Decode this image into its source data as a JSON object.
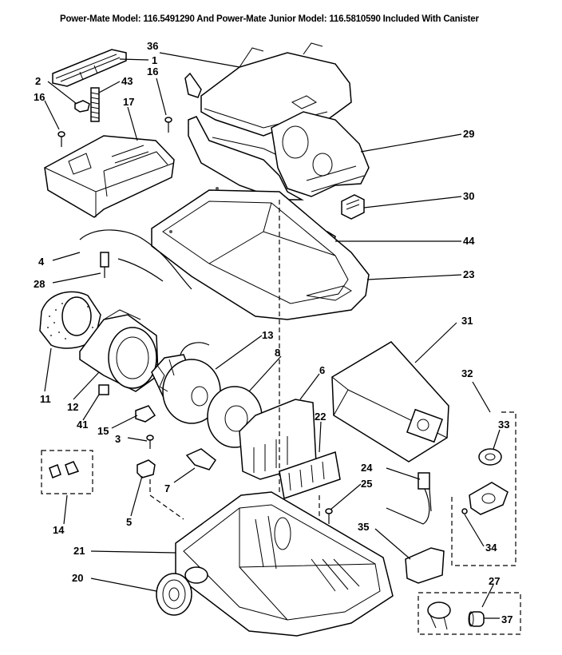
{
  "header": {
    "title": "Power-Mate Model: 116.5491290 And Power-Mate Junior Model: 116.5810590 Included With Canister"
  },
  "callouts": {
    "c1": "1",
    "c2": "2",
    "c3": "3",
    "c4": "4",
    "c5": "5",
    "c6": "6",
    "c7": "7",
    "c8": "8",
    "c11": "11",
    "c12": "12",
    "c13": "13",
    "c14": "14",
    "c15": "15",
    "c16a": "16",
    "c16b": "16",
    "c17": "17",
    "c20": "20",
    "c21": "21",
    "c22": "22",
    "c23": "23",
    "c24": "24",
    "c25": "25",
    "c27": "27",
    "c28": "28",
    "c29": "29",
    "c30": "30",
    "c31": "31",
    "c32": "32",
    "c33": "33",
    "c34": "34",
    "c35": "35",
    "c36": "36",
    "c37": "37",
    "c41": "41",
    "c43": "43",
    "c44": "44"
  }
}
